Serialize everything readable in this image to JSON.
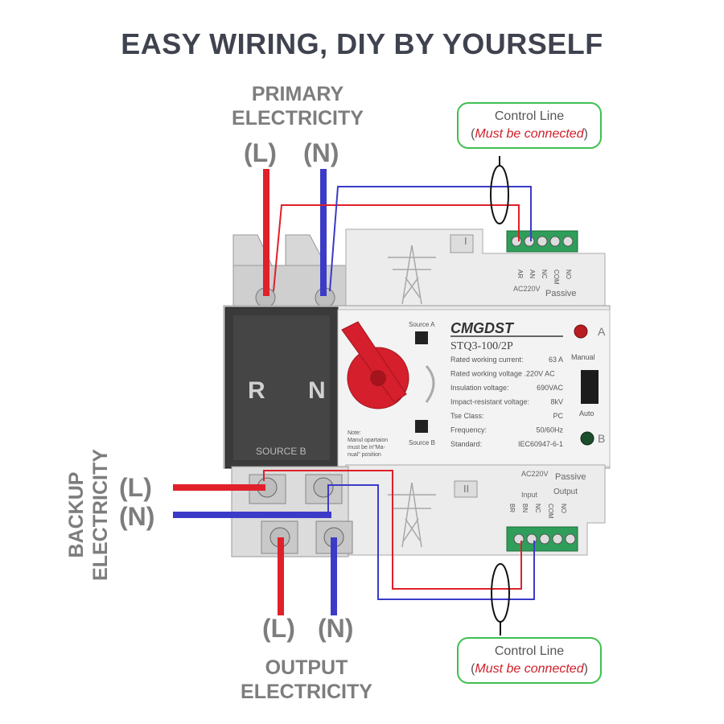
{
  "title": "EASY WIRING, DIY BY YOURSELF",
  "primary": {
    "line1": "PRIMARY",
    "line2": "ELECTRICITY",
    "L": "(L)",
    "N": "(N)"
  },
  "backup": {
    "line1": "BACKUP",
    "line2": "ELECTRICITY",
    "L": "(L)",
    "N": "(N)"
  },
  "output": {
    "line1": "OUTPUT",
    "line2": "ELECTRICITY",
    "L": "(L)",
    "N": "(N)"
  },
  "control_top": {
    "line1": "Control Line",
    "open": "(",
    "must": "Must be connected",
    "close": ")"
  },
  "control_bottom": {
    "line1": "Control Line",
    "open": "(",
    "must": "Must be connected",
    "close": ")"
  },
  "device": {
    "brand": "CMGDST",
    "model": "STQ3-100/2P",
    "source_a": "Source A",
    "source_b": "Source B",
    "module1": "I",
    "module2": "II",
    "indicator_a": "A",
    "indicator_b": "B",
    "manual": "Manual",
    "auto": "Auto",
    "source_b_block": "SOURCE B",
    "block_R": "R",
    "block_N": "N",
    "top_label_ac": "AC220V",
    "top_label_passive": "Passive",
    "top_terms": [
      "AR",
      "AN",
      "NC",
      "COM",
      "NO"
    ],
    "bot_label_ac": "AC220V",
    "bot_label_passive": "Passive",
    "bot_input": "Input",
    "bot_output": "Output",
    "bot_terms": [
      "BR",
      "BN",
      "NC",
      "COM",
      "NO"
    ],
    "note_l1": "Note:",
    "note_l2": "Manul opartaion",
    "note_l3": "must be in\"Ma-",
    "note_l4": "nual\" position",
    "specs": [
      {
        "k": "Rated working current:",
        "v": "63  A"
      },
      {
        "k": "Rated working voltage .220V AC",
        "v": ""
      },
      {
        "k": "Insulation voltage:",
        "v": "690VAC"
      },
      {
        "k": "Impact-resistant voltage:",
        "v": "8kV"
      },
      {
        "k": "Tse Class:",
        "v": "PC"
      },
      {
        "k": "Frequency:",
        "v": "50/60Hz"
      },
      {
        "k": "Standard:",
        "v": "IEC60947-6-1"
      }
    ]
  },
  "colors": {
    "live": "#e0202a",
    "neutral": "#3b3bc8",
    "callout_border": "#3fbf4f",
    "label_gray": "#7d7d7d",
    "title": "#3f434f"
  }
}
